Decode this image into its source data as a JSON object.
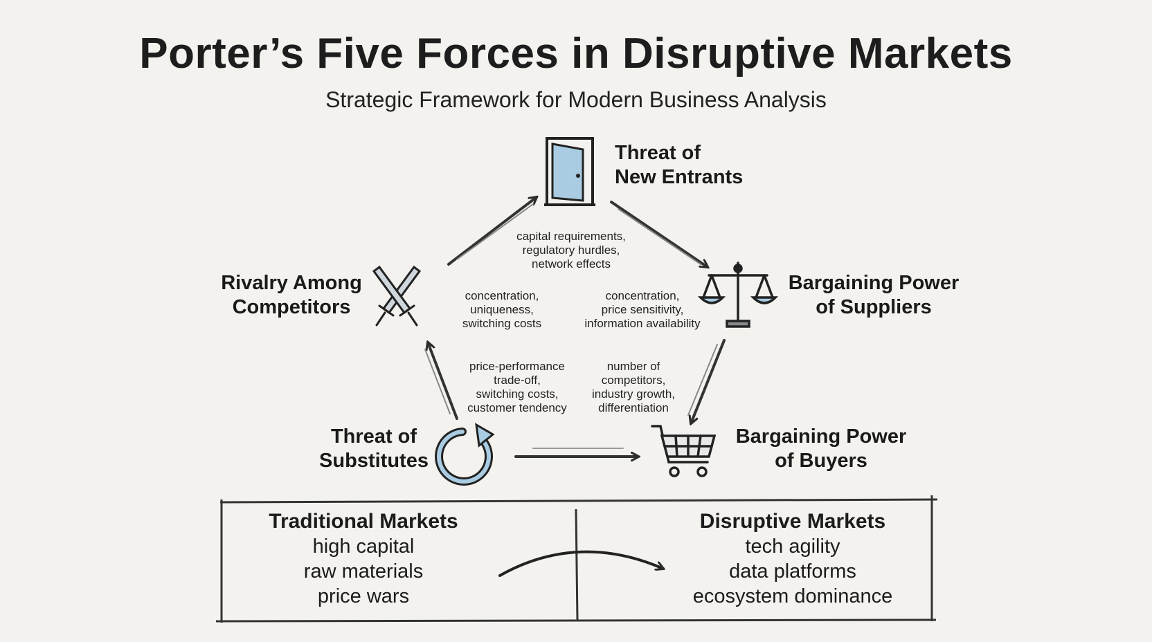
{
  "title": "Porter’s Five Forces in Disruptive Markets",
  "subtitle": "Strategic Framework for Modern Business Analysis",
  "forces": {
    "new_entrants": {
      "label_lines": [
        "Threat of",
        "New Entrants"
      ],
      "icon": "door-icon",
      "factors": [
        "capital requirements,",
        "regulatory hurdles,",
        "network effects"
      ]
    },
    "suppliers": {
      "label_lines": [
        "Bargaining Power",
        "of Suppliers"
      ],
      "icon": "scales-icon",
      "factors": [
        "concentration,",
        "uniqueness,",
        "switching costs"
      ]
    },
    "buyers": {
      "label_lines": [
        "Bargaining Power",
        "of Buyers"
      ],
      "icon": "shopping-cart-icon",
      "factors": [
        "concentration,",
        "price sensitivity,",
        "information availability"
      ]
    },
    "substitutes": {
      "label_lines": [
        "Threat of",
        "Substitutes"
      ],
      "icon": "cycle-arrow-icon",
      "factors": [
        "price-performance",
        "trade-off,",
        "switching costs,",
        "customer tendency"
      ]
    },
    "rivalry": {
      "label_lines": [
        "Rivalry Among",
        "Competitors"
      ],
      "icon": "crossed-swords-icon",
      "factors": [
        "number of",
        "competitors,",
        "industry growth,",
        "differentiation"
      ]
    }
  },
  "comparison": {
    "traditional": {
      "heading": "Traditional Markets",
      "items": [
        "high capital",
        "raw materials",
        "price wars"
      ]
    },
    "disruptive": {
      "heading": "Disruptive Markets",
      "items": [
        "tech agility",
        "data platforms",
        "ecosystem dominance"
      ]
    }
  },
  "colors": {
    "ink": "#1c1c1c",
    "accent_blue": "#a9cce3",
    "paper": "#f3f2ee"
  }
}
